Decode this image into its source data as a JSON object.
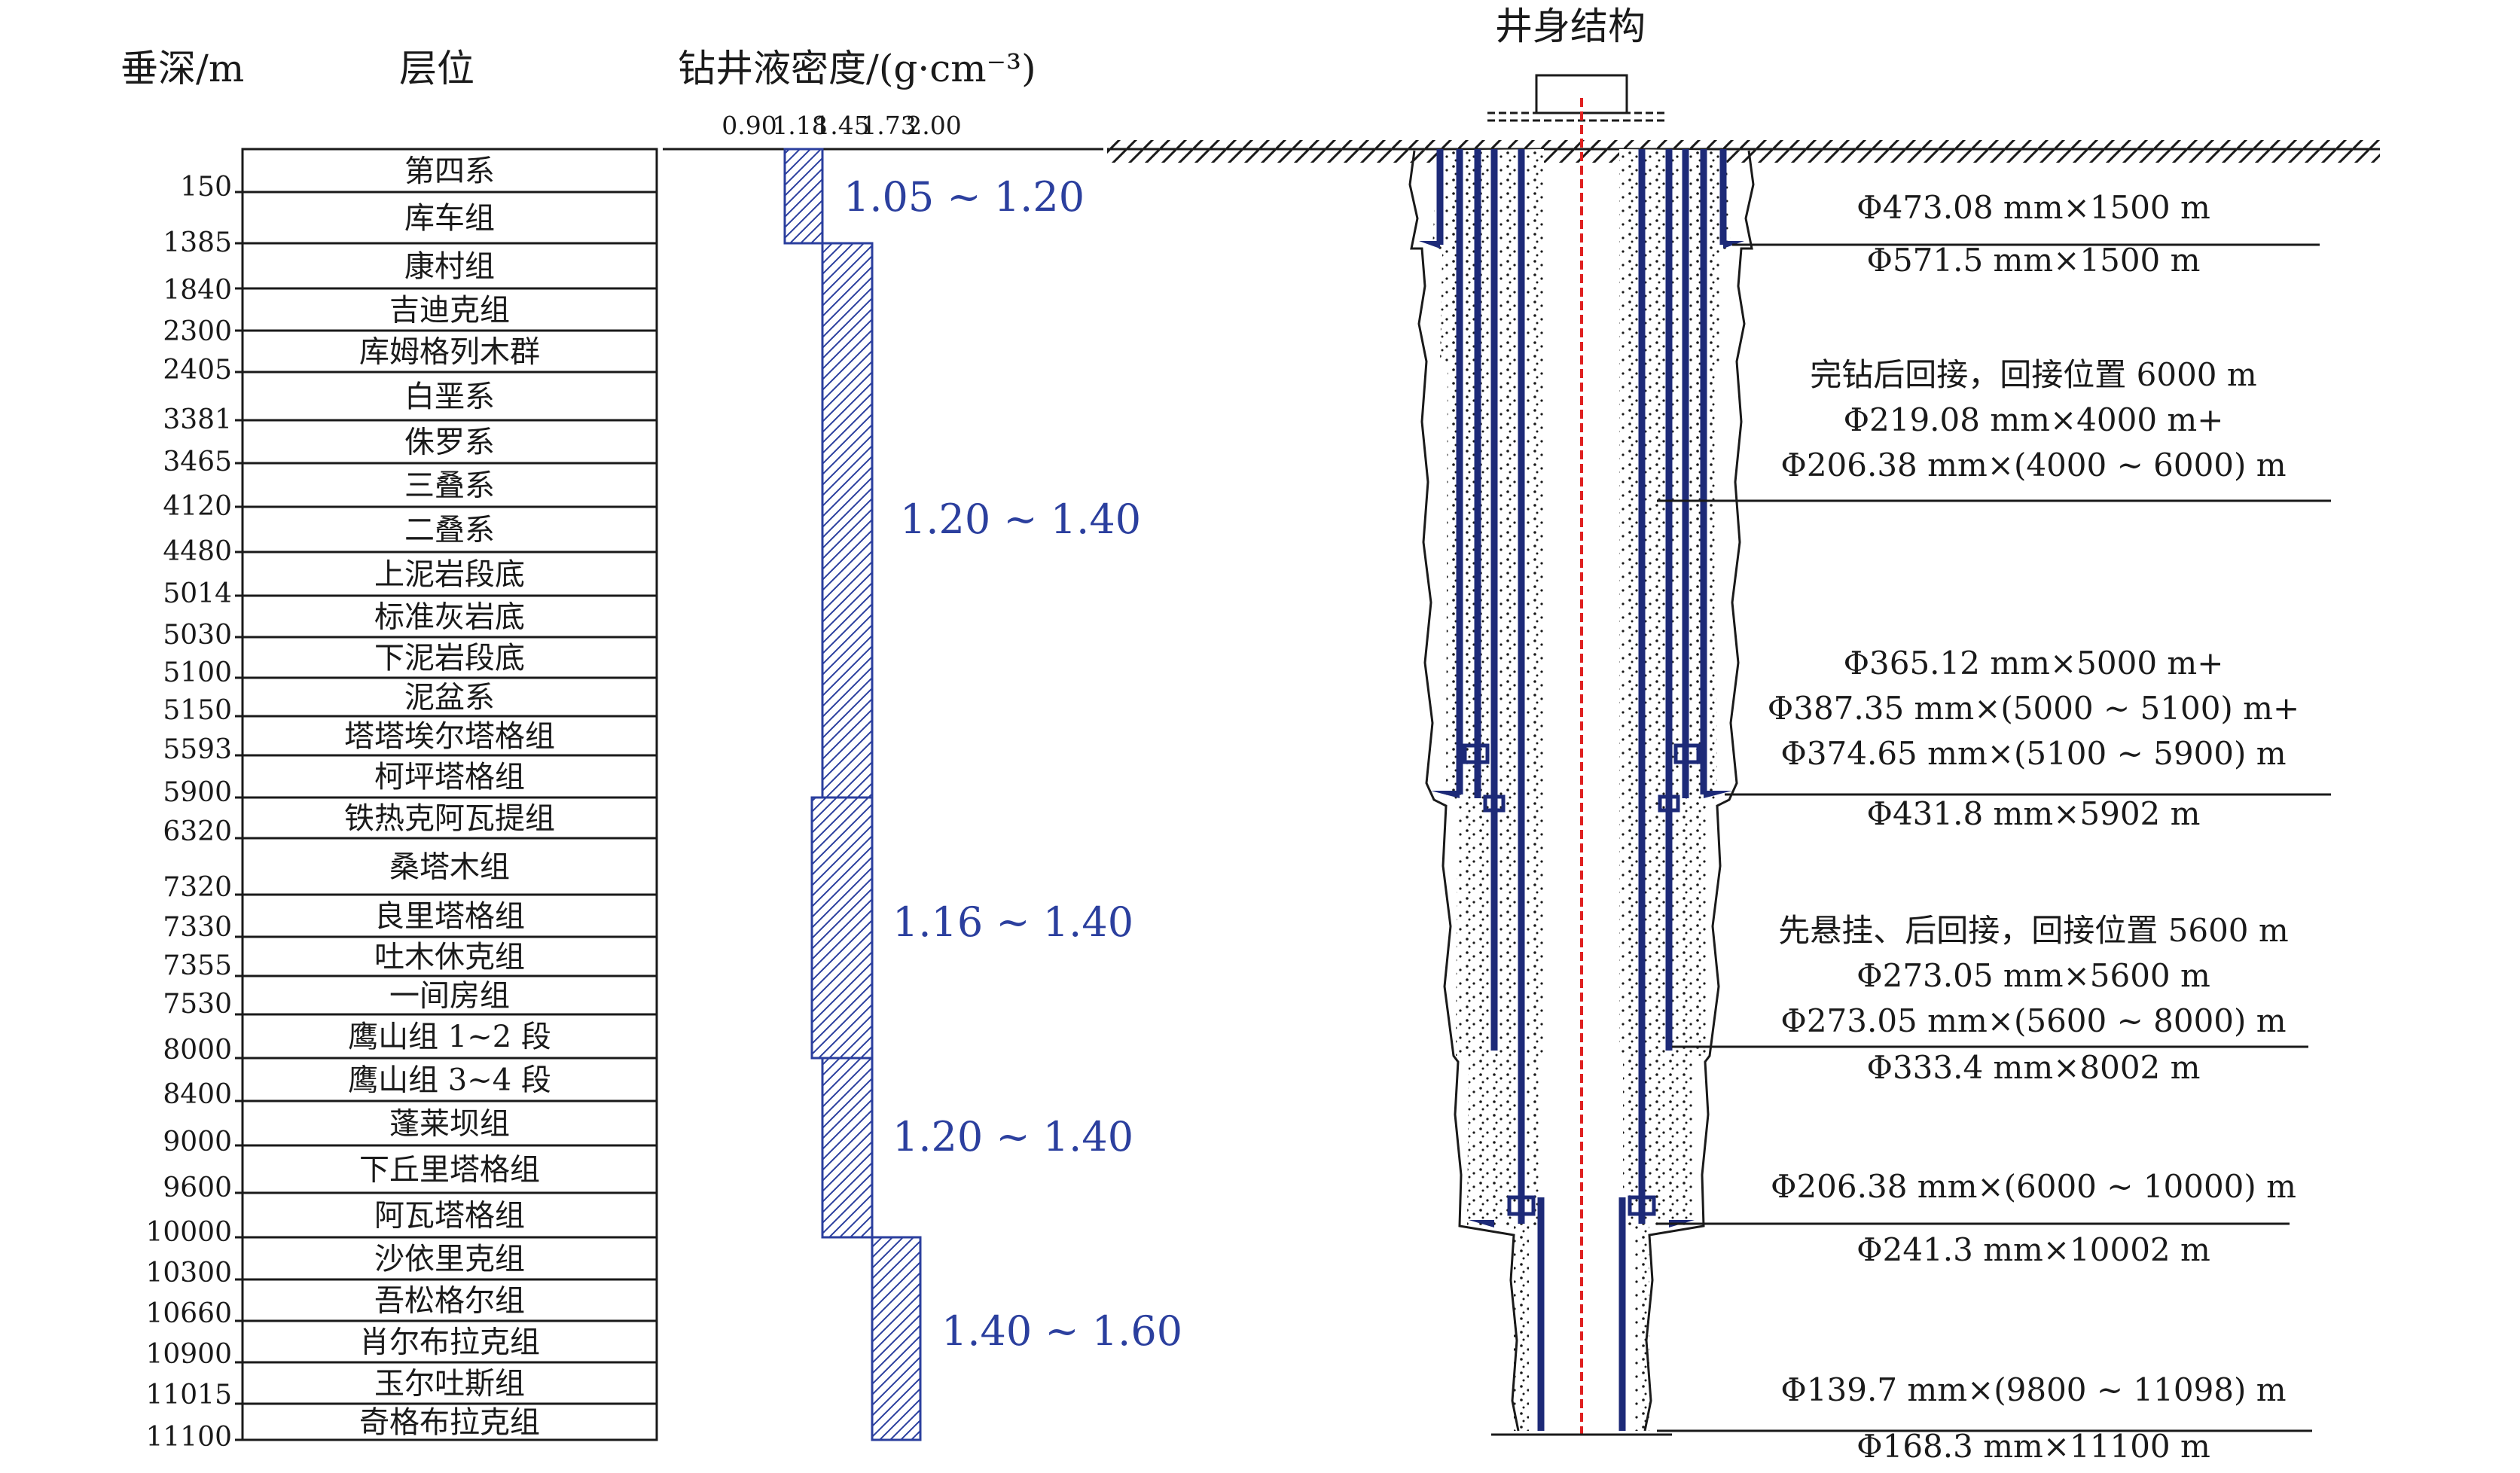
{
  "headers": {
    "depth": "垂深/m",
    "formation": "层位",
    "density": "钻井液密度/(g·cm⁻³)",
    "structure": "井身结构"
  },
  "density_ticks": [
    "0.90",
    "1.18",
    "1.45",
    "1.73",
    "2.00"
  ],
  "strata": [
    {
      "name": "第四系",
      "bottom": "150"
    },
    {
      "name": "库车组",
      "bottom": "1385"
    },
    {
      "name": "康村组",
      "bottom": "1840"
    },
    {
      "name": "吉迪克组",
      "bottom": "2300"
    },
    {
      "name": "库姆格列木群",
      "bottom": "2405"
    },
    {
      "name": "白垩系",
      "bottom": "3381"
    },
    {
      "name": "侏罗系",
      "bottom": "3465"
    },
    {
      "name": "三叠系",
      "bottom": "4120"
    },
    {
      "name": "二叠系",
      "bottom": "4480"
    },
    {
      "name": "上泥岩段底",
      "bottom": "5014"
    },
    {
      "name": "标准灰岩底",
      "bottom": "5030"
    },
    {
      "name": "下泥岩段底",
      "bottom": "5100"
    },
    {
      "name": "泥盆系",
      "bottom": "5150"
    },
    {
      "name": "塔塔埃尔塔格组",
      "bottom": "5593"
    },
    {
      "name": "柯坪塔格组",
      "bottom": "5900"
    },
    {
      "name": "铁热克阿瓦提组",
      "bottom": "6320"
    },
    {
      "name": "桑塔木组",
      "bottom": "7320"
    },
    {
      "name": "良里塔格组",
      "bottom": "7330"
    },
    {
      "name": "吐木休克组",
      "bottom": "7355"
    },
    {
      "name": "一间房组",
      "bottom": "7530"
    },
    {
      "name": "鹰山组 1~2 段",
      "bottom": "8000"
    },
    {
      "name": "鹰山组 3~4 段",
      "bottom": "8400"
    },
    {
      "name": "蓬莱坝组",
      "bottom": "9000"
    },
    {
      "name": "下丘里塔格组",
      "bottom": "9600"
    },
    {
      "name": "阿瓦塔格组",
      "bottom": "10000"
    },
    {
      "name": "沙依里克组",
      "bottom": "10300"
    },
    {
      "name": "吾松格尔组",
      "bottom": "10660"
    },
    {
      "name": "肖尔布拉克组",
      "bottom": "10900"
    },
    {
      "name": "玉尔吐斯组",
      "bottom": "11015"
    },
    {
      "name": "奇格布拉克组",
      "bottom": "11100"
    }
  ],
  "density_intervals": [
    {
      "range": "1.05 ~ 1.20",
      "min": 1.05,
      "max": 1.2,
      "top_layer": 0,
      "bottom_layer": 2
    },
    {
      "range": "1.20 ~ 1.40",
      "min": 1.2,
      "max": 1.4,
      "top_layer": 2,
      "bottom_layer": 15
    },
    {
      "range": "1.16 ~ 1.40",
      "min": 1.16,
      "max": 1.4,
      "top_layer": 15,
      "bottom_layer": 21
    },
    {
      "range": "1.20 ~ 1.40",
      "min": 1.2,
      "max": 1.4,
      "top_layer": 21,
      "bottom_layer": 25
    },
    {
      "range": "1.40 ~ 1.60",
      "min": 1.4,
      "max": 1.6,
      "top_layer": 25,
      "bottom_layer": 30
    }
  ],
  "casing_notes": [
    "Φ473.08 mm×1500 m",
    "Φ571.5 mm×1500 m",
    "完钻后回接，回接位置 6000 m",
    "Φ219.08 mm×4000 m+",
    "Φ206.38 mm×(4000 ~ 6000) m",
    "Φ365.12 mm×5000 m+",
    "Φ387.35 mm×(5000 ~ 5100) m+",
    "Φ374.65 mm×(5100 ~ 5900) m",
    "Φ431.8 mm×5902 m",
    "先悬挂、后回接，回接位置 5600 m",
    "Φ273.05 mm×5600 m",
    "Φ273.05 mm×(5600 ~ 8000) m",
    "Φ333.4 mm×8002 m",
    "Φ206.38 mm×(6000 ~ 10000) m",
    "Φ241.3 mm×10002 m",
    "Φ139.7 mm×(9800 ~ 11098) m",
    "Φ168.3 mm×11100 m"
  ],
  "colors": {
    "casing": "#1d2a78",
    "density": "#2b3f9e",
    "centerline": "#e02020"
  }
}
